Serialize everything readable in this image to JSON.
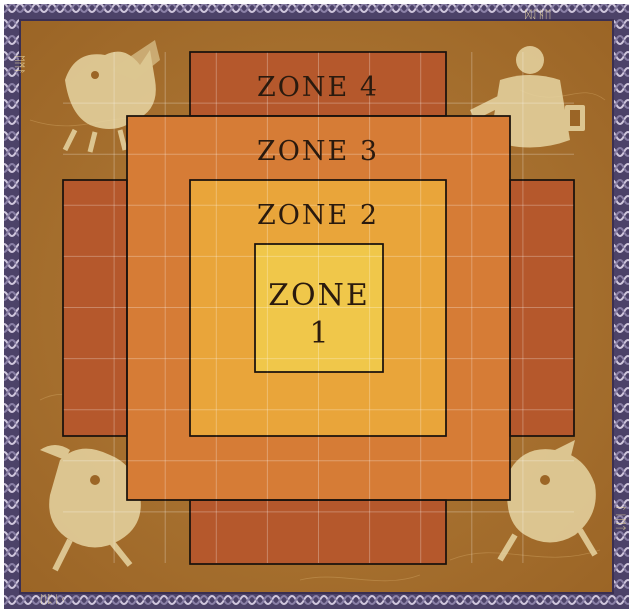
{
  "board": {
    "zones": [
      {
        "id": 4,
        "label": "ZONE 4",
        "color": "#b5582c"
      },
      {
        "id": 3,
        "label": "ZONE 3",
        "color": "#d67c36"
      },
      {
        "id": 2,
        "label": "ZONE 2",
        "color": "#e9a53a"
      },
      {
        "id": 1,
        "label": "ZONE",
        "label_number": "1",
        "color": "#f0c74a"
      }
    ],
    "grid_columns": 10,
    "grid_rows": 10,
    "border_glyphs": [
      "ᛞᛇᚺᛖ",
      "ᛖᛗᚨ",
      "ᛖᛈᛁᚲ",
      "ᛚᛁᛖᛏ"
    ],
    "colors": {
      "background": "#a8702e",
      "frame": "#4c4268",
      "line": "#1a120c",
      "engraving": "#e7d5a2"
    },
    "corner_figures": [
      "winged-lion-icon",
      "warrior-king-icon",
      "griffin-icon",
      "eagle-dragon-icon"
    ]
  }
}
